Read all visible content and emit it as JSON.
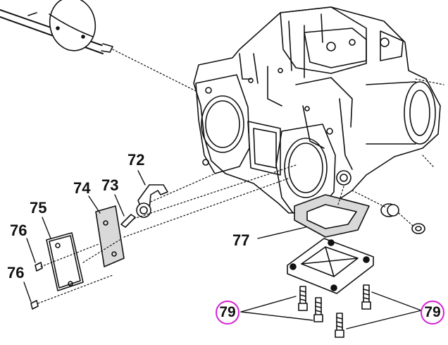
{
  "callouts": {
    "c72": "72",
    "c73": "73",
    "c74": "74",
    "c75": "75",
    "c76a": "76",
    "c76b": "76",
    "c77": "77",
    "c79a": "79",
    "c79b": "79"
  },
  "colors": {
    "ink": "#111111",
    "part_fill": "#ffffff",
    "gasket_fill": "#d9d9d9",
    "highlight_ring": "#d51fd5"
  }
}
